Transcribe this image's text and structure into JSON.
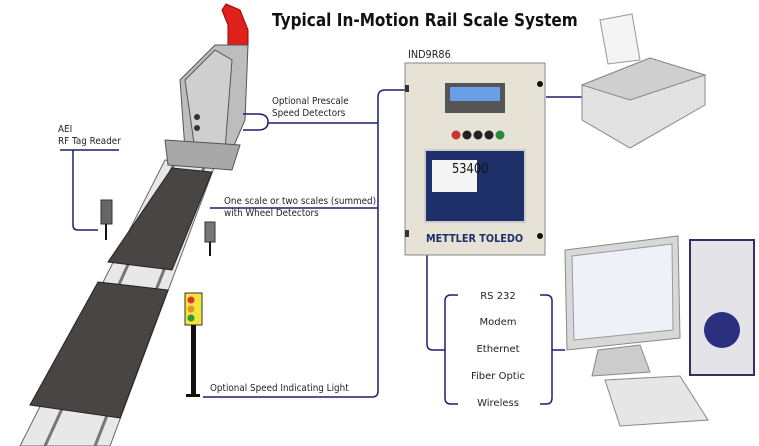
{
  "title": "Typical In-Motion Rail Scale System",
  "labels": {
    "aei_line1": "AEI",
    "aei_line2": "RF Tag Reader",
    "prescale_line1": "Optional Prescale",
    "prescale_line2": "Speed Detectors",
    "scale_line1": "One scale or two scales (summed)",
    "scale_line2": "with Wheel Detectors",
    "speed_light": "Optional Speed Indicating Light",
    "terminal_model": "IND9R86",
    "brand": "METTLER TOLEDO",
    "weight_display": "53400"
  },
  "communications": [
    "RS 232",
    "Modem",
    "Ethernet",
    "Fiber Optic",
    "Wireless"
  ],
  "colors": {
    "line": "#1c1f6b",
    "train_red": "#e0201a",
    "terminal_panel": "#1e2f6a"
  }
}
